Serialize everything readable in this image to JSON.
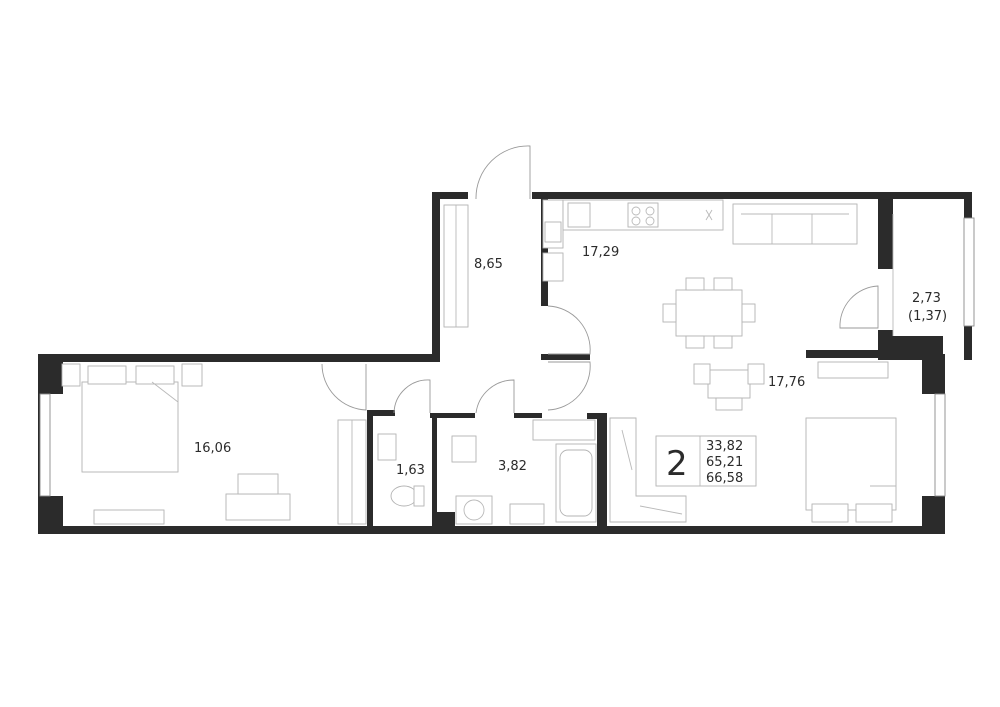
{
  "rooms": {
    "hall": "8,65",
    "kitchen": "17,29",
    "balcony": "2,73",
    "balcony_reduced": "(1,37)",
    "bedroom": "16,06",
    "wc": "1,63",
    "bathroom": "3,82",
    "living": "17,76"
  },
  "summary": {
    "room_count": "2",
    "living_area": "33,82",
    "total_area": "65,21",
    "total_with_balcony": "66,58"
  },
  "colors": {
    "wall": "#2b2b2b",
    "furniture": "#b3b3b3",
    "background": "#ffffff"
  }
}
